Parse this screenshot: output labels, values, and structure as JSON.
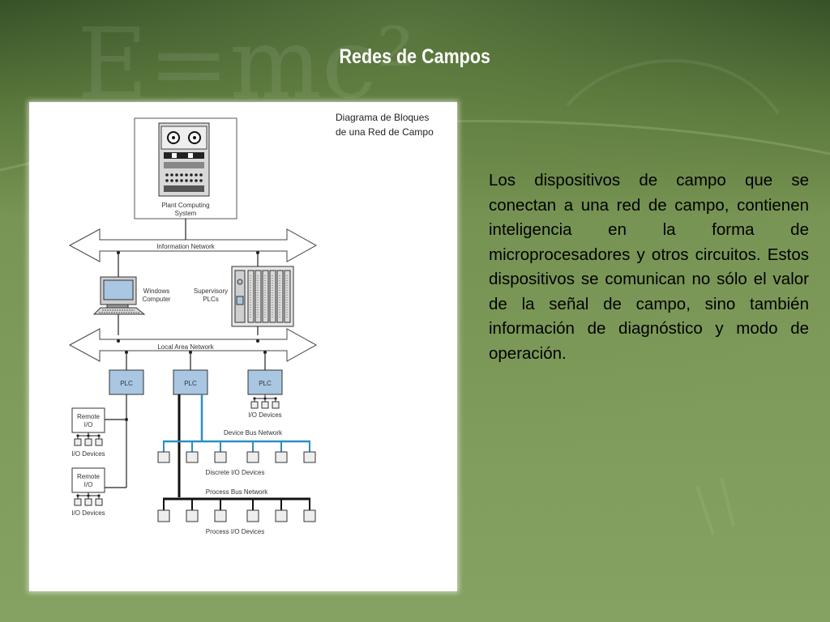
{
  "slide": {
    "title": "Redes de Campos",
    "body": "Los dispositivos de campo que se conectan a una red de campo, contienen inteligencia en la forma de microprocesadores y otros circuitos. Estos dispositivos se comunican no sólo el valor de la señal de campo, sino también información de diagnóstico y modo de operación.",
    "background_watermark": "E=mc²"
  },
  "diagram": {
    "caption_line1": "Diagrama de Bloques",
    "caption_line2": "de una Red de Campo",
    "plant_line1": "Plant Computing",
    "plant_line2": "System",
    "information_network": "Information Network",
    "windows_line1": "Windows",
    "windows_line2": "Computer",
    "supervisory_line1": "Supervisory",
    "supervisory_line2": "PLCs",
    "local_area_network": "Local Area Network",
    "plc": "PLC",
    "io_devices": "I/O Devices",
    "remote_line1": "Remote",
    "remote_line2": "I/O",
    "device_bus_network": "Device Bus Network",
    "discrete_io_devices": "Discrete I/O Devices",
    "process_bus_network": "Process Bus Network",
    "process_io_devices": "Process I/O Devices"
  },
  "colors": {
    "background_top": "#2f4a22",
    "background_bottom": "#7e9a58",
    "plc_fill": "#a9c6e2",
    "device_bus": "#2a8fc0"
  }
}
